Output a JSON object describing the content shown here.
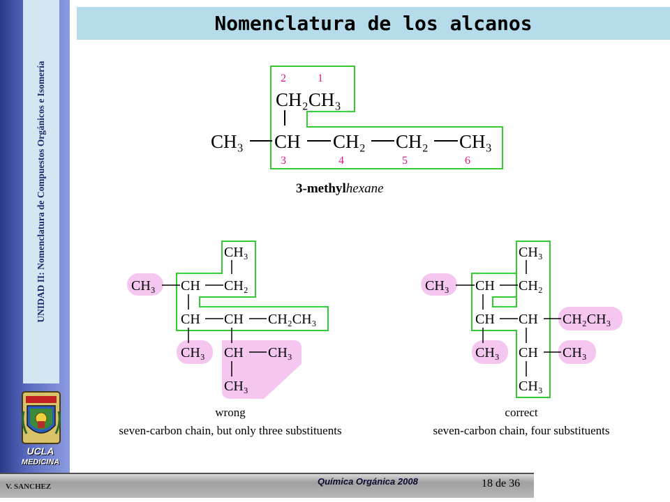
{
  "slide": {
    "title": "Nomenclatura de los alcanos",
    "sidebar_text": "UNIDAD II: Nomenclatura de Compuestos Orgánicos e Isomería",
    "institution": "UCLA",
    "faculty": "MEDICINA",
    "author": "V. SANCHEZ",
    "course": "Química Orgánica  2008",
    "page_number": "18",
    "page_sep": "de",
    "page_total": "36"
  },
  "top_molecule": {
    "atom_ch2ch3": "CH₂CH₃",
    "atom_ch3_left": "CH₃",
    "atom_ch": "CH",
    "atom_ch2_a": "CH₂",
    "atom_ch2_b": "CH₂",
    "atom_ch3_right": "CH₃",
    "numbers": [
      "2",
      "1",
      "3",
      "4",
      "5",
      "6"
    ],
    "name_prefix": "3-methyl",
    "name_parent": "hexane"
  },
  "wrong_molecule": {
    "atoms": {
      "ch3_top": "CH₃",
      "ch3_sub": "CH₃",
      "ch_1": "CH",
      "ch2_1": "CH₂",
      "ch_2": "CH",
      "ch_3": "CH",
      "ch2ch3": "CH₂CH₃",
      "ch3_low": "CH₃",
      "ch_4": "CH",
      "ch3_right": "CH₃",
      "ch3_bottom": "CH₃"
    },
    "label": "wrong",
    "caption": "seven-carbon chain, but only three substituents"
  },
  "correct_molecule": {
    "atoms": {
      "ch3_top": "CH₃",
      "ch3_sub": "CH₃",
      "ch_1": "CH",
      "ch2_1": "CH₂",
      "ch_2": "CH",
      "ch_3": "CH",
      "ch2ch3": "CH₂CH₃",
      "ch3_low": "CH₃",
      "ch_4": "CH",
      "ch3_right": "CH₃",
      "ch3_bottom": "CH₃"
    },
    "label": "correct",
    "caption": "seven-carbon chain, four substituents"
  },
  "colors": {
    "chain_box": "#33cc33",
    "substituent_fill": "#f5c6f0",
    "locant_top": "#e0188c",
    "locant_bottom": "#e0188c",
    "title_bar": "#b6dcec",
    "sidebar": "#2a3a8a"
  }
}
